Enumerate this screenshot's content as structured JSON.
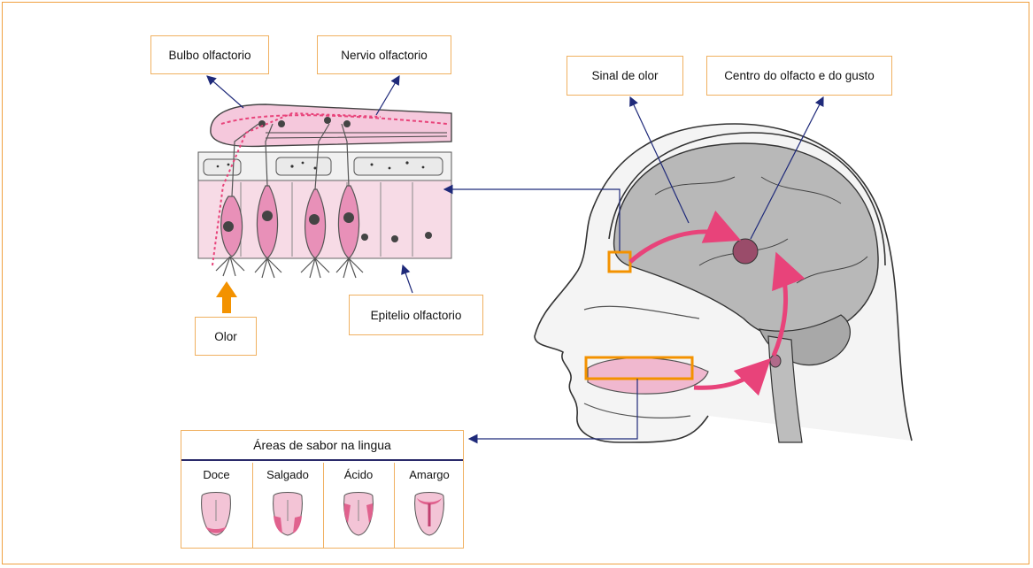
{
  "labels": {
    "bulbo": "Bulbo olfactorio",
    "nervio": "Nervio olfactorio",
    "sinal": "Sinal de olor",
    "centro": "Centro do olfacto e do gusto",
    "epitelio": "Epitelio olfactorio",
    "olor": "Olor"
  },
  "taste_table": {
    "title": "Áreas de sabor na lingua",
    "tastes": [
      "Doce",
      "Salgado",
      "Ácido",
      "Amargo"
    ]
  },
  "colors": {
    "frame": "#f0a040",
    "highlight": "#f39200",
    "signal": "#e8437a",
    "arrow": "#1f2a7a",
    "brain": "#b8b8b8",
    "tissue": "#f5c8dc"
  }
}
